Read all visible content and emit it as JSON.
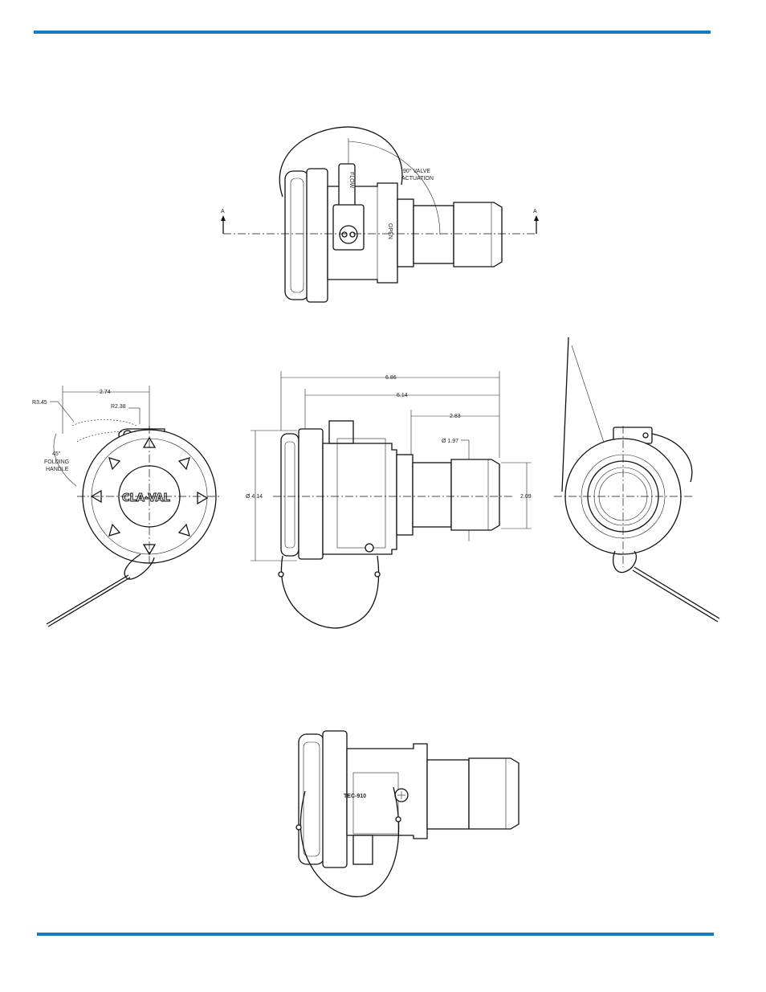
{
  "colors": {
    "rule": "#1a7ac0",
    "ink": "#111111"
  },
  "top_view": {
    "section_left": "A",
    "section_right": "A",
    "actuation_line1": "90° VALVE",
    "actuation_line2": "ACTUATION",
    "handle_text": "FLOW",
    "body_text": "OPEN"
  },
  "cap_view": {
    "brand": "CLA-VAL",
    "dim_width": "2.74",
    "radius_outer": "R3.45",
    "radius_inner": "R2.38",
    "handle_angle": "45°",
    "handle_label1": "FOLDING",
    "handle_label2": "HANDLE"
  },
  "side_view": {
    "dim_overall": "6.86",
    "dim_body": "6.14",
    "dim_outlet": "2.83",
    "dim_outlet_dia": "Ø 1.97",
    "dim_cap_dia": "Ø 4.14",
    "dim_height": "2.09"
  },
  "bottom_view": {
    "body_text": "TEC-910"
  }
}
